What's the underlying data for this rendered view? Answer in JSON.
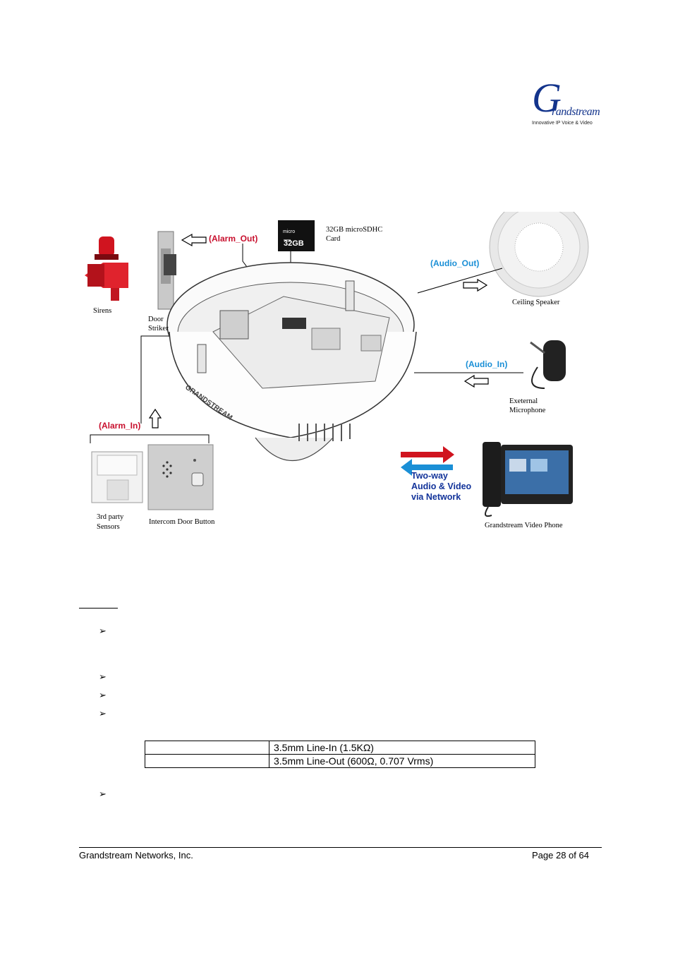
{
  "logo": {
    "initial": "G",
    "wordmark": "randstream",
    "tagline": "Innovative IP Voice & Video"
  },
  "diagram": {
    "labels": {
      "sirens": "Sirens",
      "door_striker_1": "Door",
      "door_striker_2": "Striker",
      "microsd_1": "32GB microSDHC",
      "microsd_2": "Card",
      "sd_card_text": "32GB",
      "sd_brand": "micro",
      "ceiling_speaker": "Ceiling Speaker",
      "external_mic_1": "Exeternal",
      "external_mic_2": "Microphone",
      "sensors_1": "3rd party",
      "sensors_2": "Sensors",
      "intercom": "Intercom Door Button",
      "video_phone": "Grandstream Video Phone",
      "camera_brand": "GRANDSTREAM"
    },
    "signals": {
      "alarm_out": "(Alarm_Out)",
      "alarm_in": "(Alarm_In)",
      "audio_out": "(Audio_Out)",
      "audio_in": "(Audio_In)"
    },
    "two_way": [
      "Two-way",
      "Audio & Video",
      "via Network"
    ],
    "colors": {
      "red": "#c8102e",
      "blue": "#1a8fd6",
      "navy": "#12339a"
    }
  },
  "bullets": [
    "➢",
    "➢",
    "➢",
    "➢",
    "➢"
  ],
  "audio_table": [
    [
      "",
      "3.5mm Line-In (1.5KΩ)"
    ],
    [
      "",
      "3.5mm Line-Out (600Ω, 0.707 Vrms)"
    ]
  ],
  "footer": {
    "company": "Grandstream Networks, Inc.",
    "page": "Page 28 of 64"
  }
}
